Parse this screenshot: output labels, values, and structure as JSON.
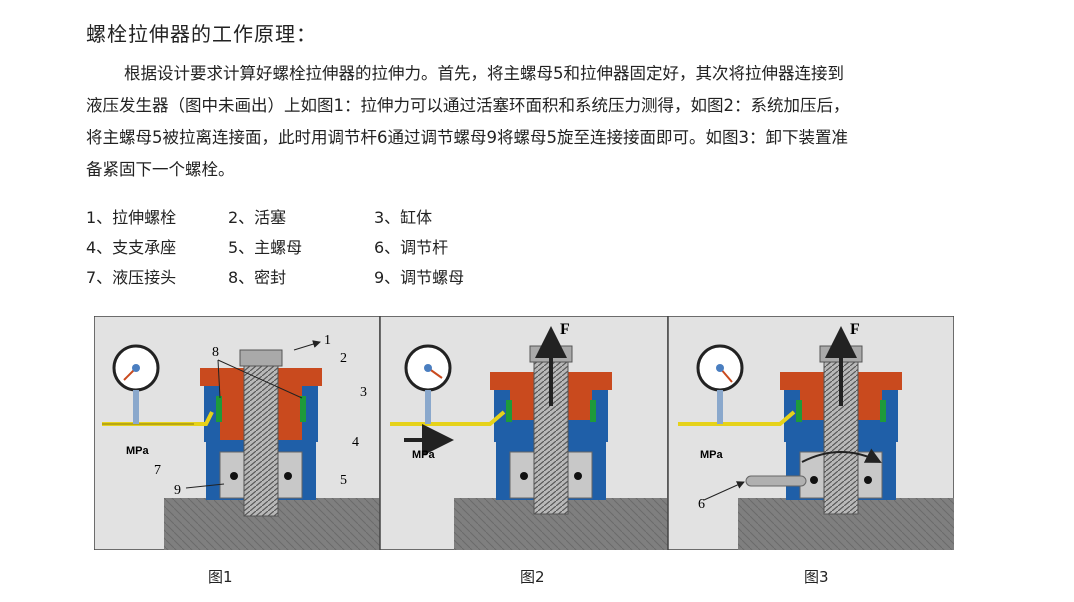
{
  "title": "螺栓拉伸器的工作原理：",
  "paragraph": [
    "根据设计要求计算好螺栓拉伸器的拉伸力。首先，将主螺母5和拉伸器固定好，其次将拉伸器连接到",
    "液压发生器（图中未画出）上如图1：拉伸力可以通过活塞环面积和系统压力测得，如图2：系统加压后，",
    "将主螺母5被拉离连接面，此时用调节杆6通过调节螺母9将螺母5旋至连接接面即可。如图3：卸下装置准",
    "备紧固下一个螺栓。"
  ],
  "legend": [
    [
      "1、拉伸螺栓",
      "2、活塞",
      "3、缸体"
    ],
    [
      "4、支支承座",
      "5、主螺母",
      "6、调节杆"
    ],
    [
      "7、液压接头",
      "8、密封",
      "9、调节螺母"
    ]
  ],
  "figure": {
    "panels": [
      {
        "caption": "图1",
        "gauge_unit": "MPa",
        "callouts": [
          "1",
          "2",
          "3",
          "4",
          "5",
          "7",
          "8",
          "9"
        ]
      },
      {
        "caption": "图2",
        "gauge_unit": "MPa",
        "force_label": "F"
      },
      {
        "caption": "图3",
        "gauge_unit": "MPa",
        "force_label": "F",
        "callouts": [
          "6"
        ]
      }
    ]
  },
  "colors": {
    "piston_orange": "#c94a1e",
    "cylinder_blue": "#1f5fa8",
    "seal_green": "#1e9a3a",
    "hydraulic_yellow": "#e6d21a",
    "ground_gray": "#7d7d7d",
    "bolt_gray": "#a9a9a9",
    "background_light": "#dcdcdc"
  }
}
